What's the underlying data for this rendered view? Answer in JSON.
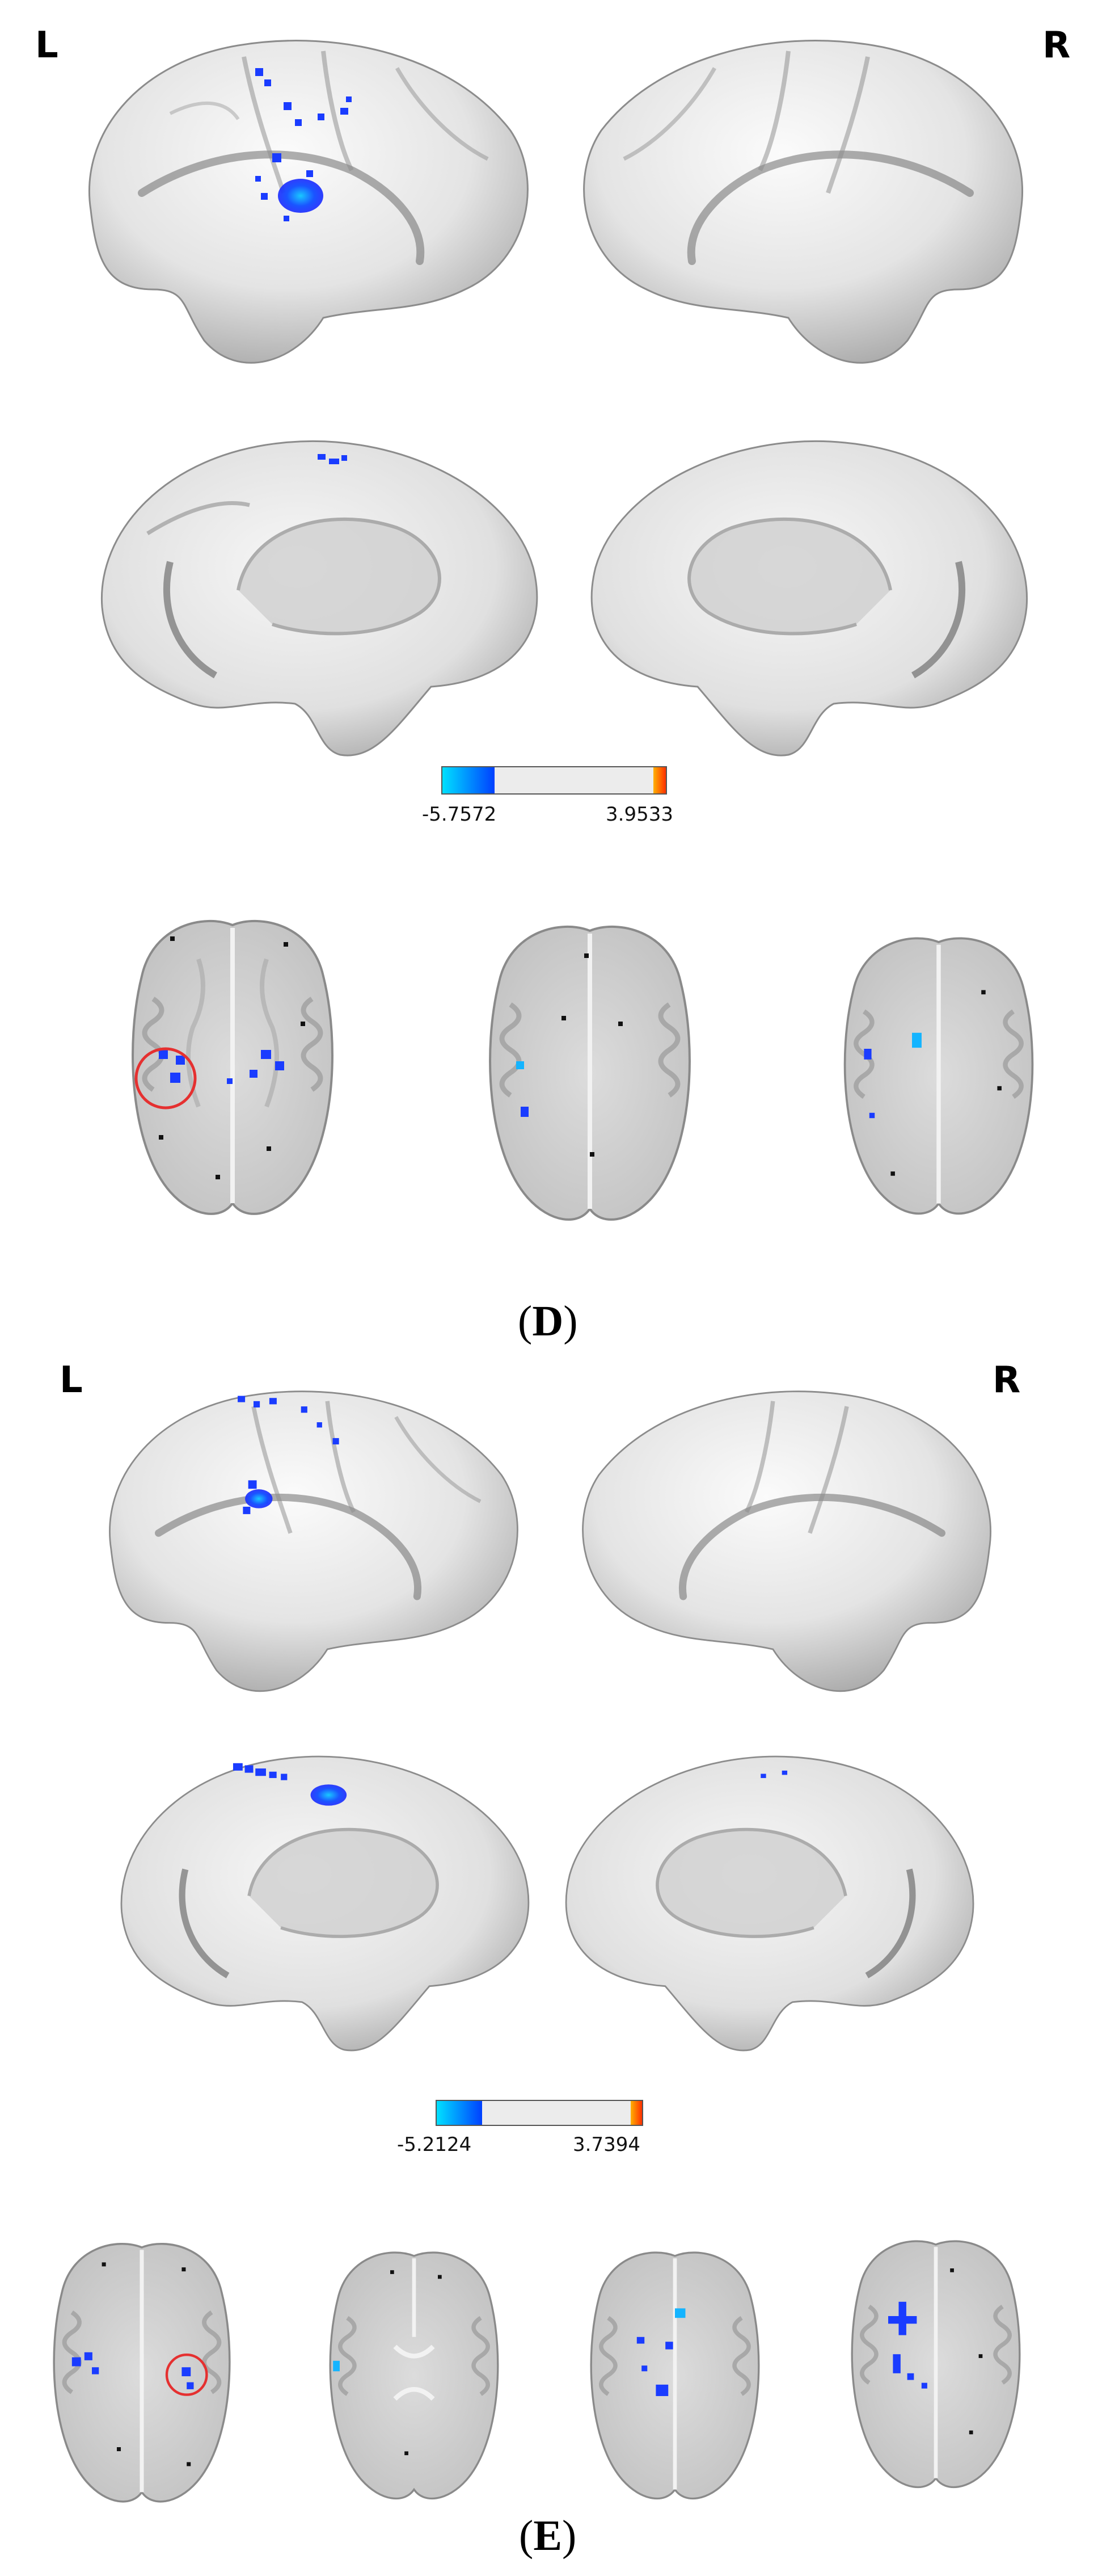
{
  "panels": [
    {
      "id": "D",
      "label_open": "(",
      "label_letter": "D",
      "label_close": ")",
      "hemisphere_left": "L",
      "hemisphere_right": "R",
      "colorbar": {
        "min_label": "-5.7572",
        "max_label": "3.9533",
        "negative_colors": [
          "#00e5ff",
          "#0033ff"
        ],
        "positive_colors": [
          "#ffb000",
          "#ff3000"
        ]
      }
    },
    {
      "id": "E",
      "label_open": "(",
      "label_letter": "E",
      "label_close": ")",
      "hemisphere_left": "L",
      "hemisphere_right": "R",
      "colorbar": {
        "min_label": "-5.2124",
        "max_label": "3.7394",
        "negative_colors": [
          "#00e5ff",
          "#0033ff"
        ],
        "positive_colors": [
          "#ffb000",
          "#ff3000"
        ]
      }
    }
  ],
  "colors": {
    "cortex_light": "#f4f4f4",
    "cortex_mid": "#d7d7d7",
    "cortex_dark": "#9a9a9a",
    "activation_blue": "#1a3cff",
    "activation_cyan": "#14b4ff",
    "highlight_circle": "#e53030"
  }
}
